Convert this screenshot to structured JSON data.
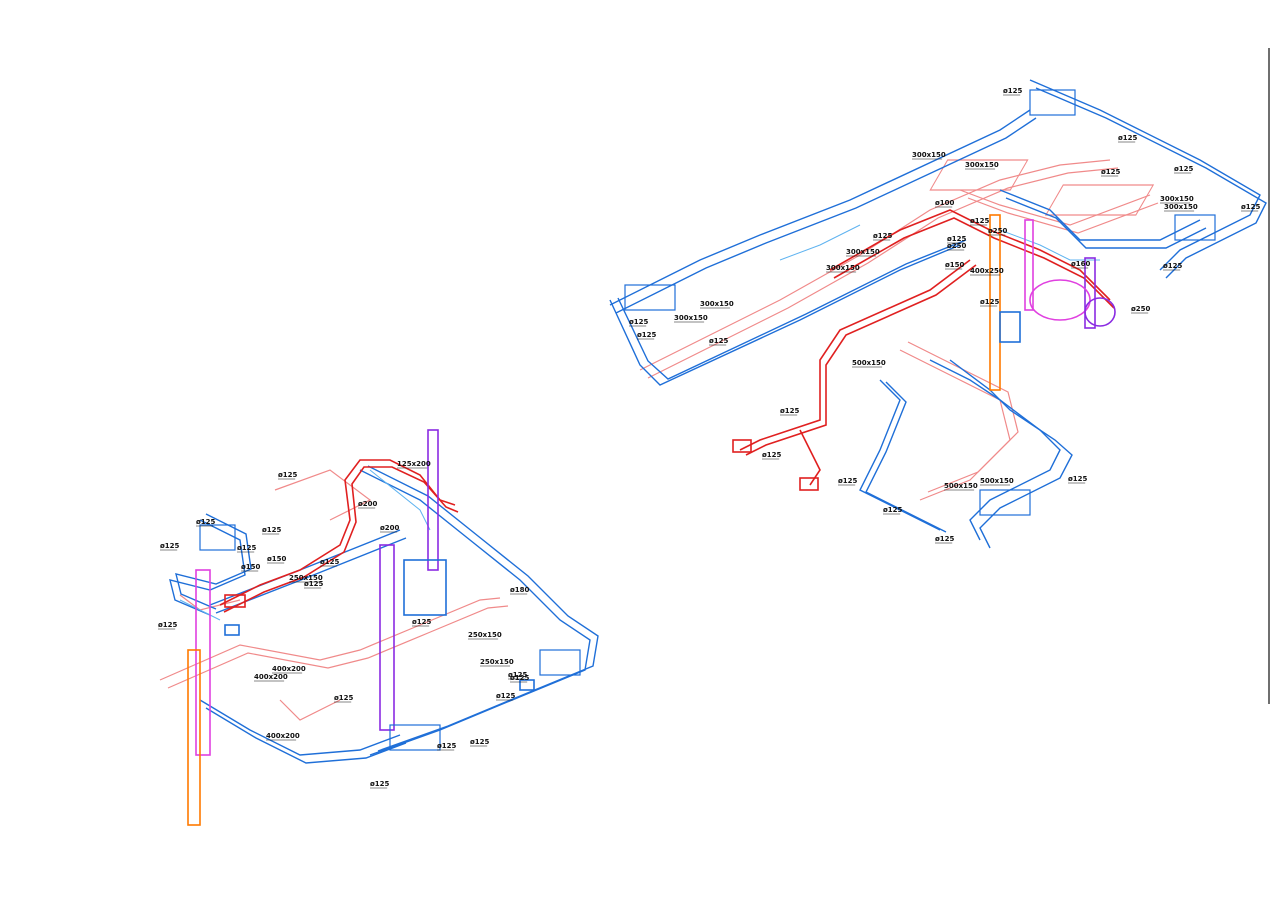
{
  "colors": {
    "supply": "#1f6fd8",
    "supply_light": "#5fb3f0",
    "exhaust": "#e02020",
    "exhaust_light": "#f08a8a",
    "riser": "#8a2be2",
    "riser_pink": "#e040e0",
    "riser_orange": "#ff7a00",
    "text": "#111111",
    "background": "#ffffff"
  },
  "labels": [
    "ø125",
    "ø125",
    "300x150",
    "300x150",
    "ø125",
    "ø125",
    "300x150",
    "300x150",
    "ø125",
    "ø125",
    "ø100",
    "ø125",
    "ø125",
    "ø250",
    "ø250",
    "ø125",
    "ø150",
    "300x150",
    "300x150",
    "ø160",
    "ø125",
    "400x250",
    "ø250",
    "300x150",
    "300x150",
    "ø125",
    "ø125",
    "ø125",
    "ø125",
    "500x150",
    "ø125",
    "ø125",
    "ø125",
    "500x150",
    "500x150",
    "ø125",
    "ø125",
    "ø125",
    "125x200",
    "ø125",
    "ø125",
    "ø200",
    "ø125",
    "ø125",
    "ø200",
    "ø125",
    "ø150",
    "ø150",
    "ø125",
    "250x150",
    "ø125",
    "ø125",
    "ø180",
    "ø125",
    "250x150",
    "250x150",
    "400x200",
    "400x200",
    "ø125",
    "ø125",
    "ø125",
    "400x200",
    "ø125",
    "ø125",
    "ø125"
  ]
}
